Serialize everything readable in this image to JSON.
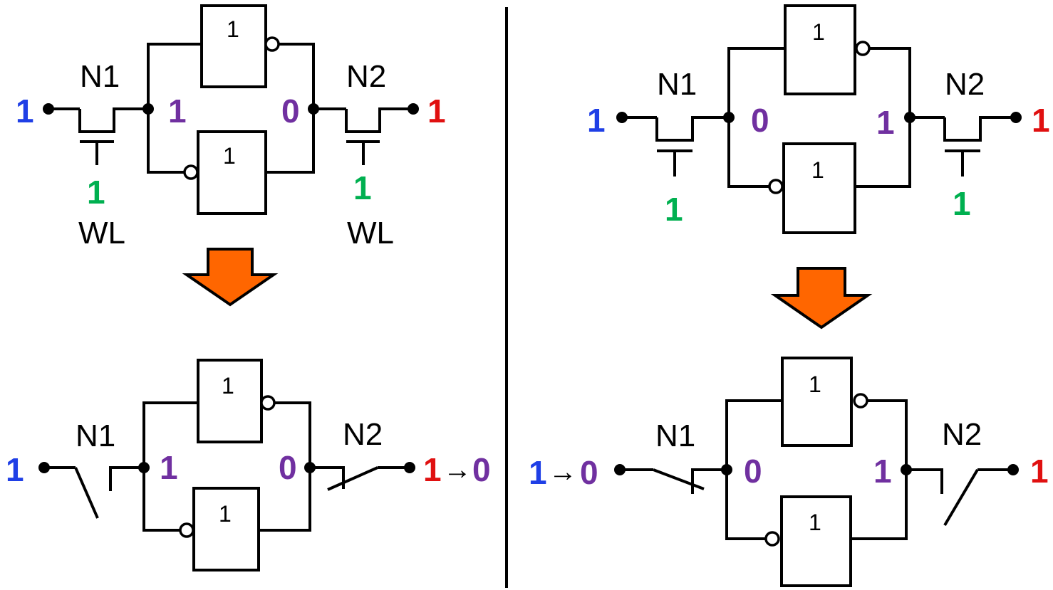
{
  "colors": {
    "blue": "#1f3fe6",
    "purple": "#7030a0",
    "green": "#00b050",
    "red": "#e01010",
    "orange": "#ff6600",
    "black": "#000000"
  },
  "panels": {
    "top_left": {
      "gate_upper": "1",
      "gate_lower": "1",
      "n1_label": "N1",
      "n2_label": "N2",
      "bl_left_value": "1",
      "node_left_value": "1",
      "node_right_value": "0",
      "bl_right_value": "1",
      "wl_left_value": "1",
      "wl_right_value": "1",
      "wl_left_label": "WL",
      "wl_right_label": "WL"
    },
    "top_right": {
      "gate_upper": "1",
      "gate_lower": "1",
      "n1_label": "N1",
      "n2_label": "N2",
      "bl_left_value": "1",
      "node_left_value": "0",
      "node_right_value": "1",
      "bl_right_value": "1",
      "wl_left_value": "1",
      "wl_right_value": "1"
    },
    "bottom_left": {
      "gate_upper": "1",
      "gate_lower": "1",
      "n1_label": "N1",
      "n2_label": "N2",
      "bl_left_value": "1",
      "node_left_value": "1",
      "node_right_value": "0",
      "bl_right_from": "1",
      "arrow_symbol": "→",
      "bl_right_to": "0"
    },
    "bottom_right": {
      "gate_upper": "1",
      "gate_lower": "1",
      "n1_label": "N1",
      "n2_label": "N2",
      "bl_left_from": "1",
      "arrow_symbol": "→",
      "bl_left_to": "0",
      "node_left_value": "0",
      "node_right_value": "1",
      "bl_right_value": "1"
    }
  }
}
